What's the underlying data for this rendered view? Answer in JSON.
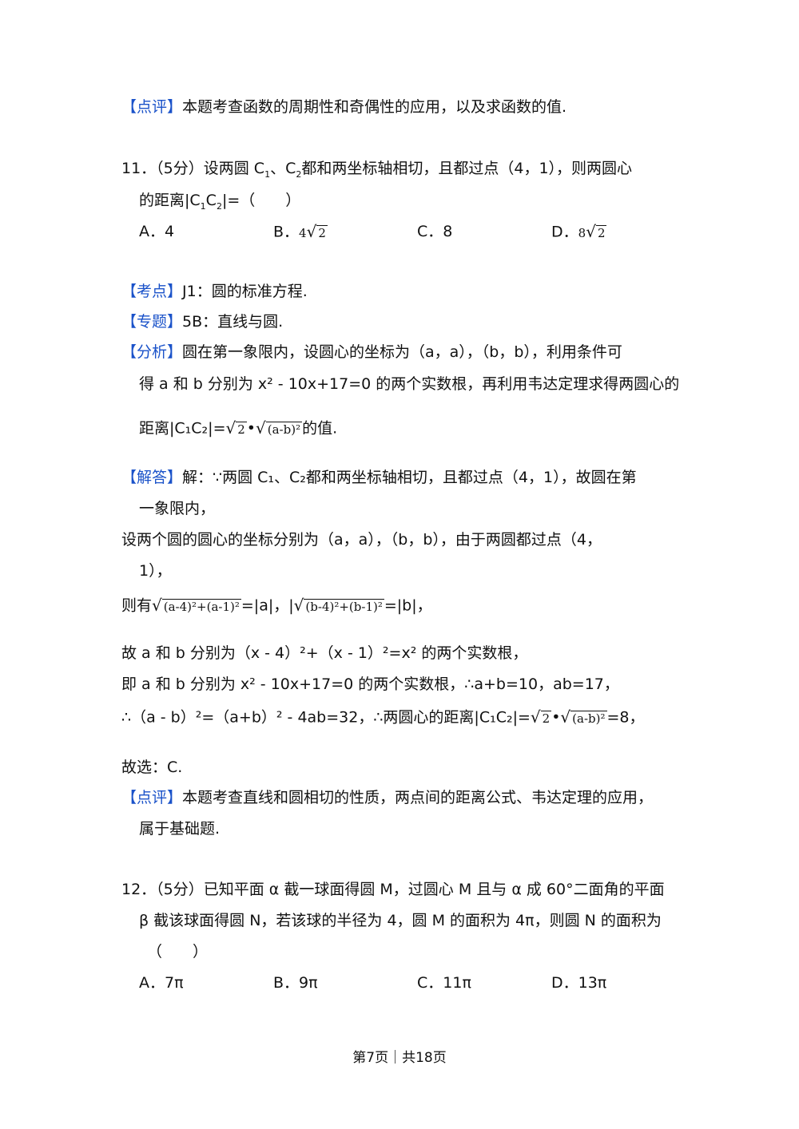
{
  "top_review": {
    "tag": "【点评】",
    "text": "本题考查函数的周期性和奇偶性的应用，以及求函数的值."
  },
  "q11": {
    "line1_pre": "11．（5分）设两圆 C",
    "line1_mid": "、C",
    "line1_post": "都和两坐标轴相切，且都过点（4，1），则两圆心",
    "line2_pre": "的距离|C",
    "line2_mid": "C",
    "line2_post": "|=（　　）",
    "sub1": "1",
    "sub2": "2",
    "options": [
      {
        "label": "A．4"
      },
      {
        "label": "B．",
        "radical": "4",
        "radicand": "2"
      },
      {
        "label": "C．8"
      },
      {
        "label": "D．",
        "radical": "8",
        "radicand": "2"
      }
    ]
  },
  "kaodian": {
    "tag": "【考点】",
    "text": "J1：圆的标准方程."
  },
  "zhuanti": {
    "tag": "【专题】",
    "text": "5B：直线与圆."
  },
  "fenxi": {
    "tag": "【分析】",
    "line1": "圆在第一象限内，设圆心的坐标为（a，a），（b，b），利用条件可",
    "line2": "得 a 和 b 分别为 x² - 10x+17=0 的两个实数根，再利用韦达定理求得两圆心的",
    "line3_pre": "距离|C₁C₂|=",
    "root2": "2",
    "dot": "•",
    "rootab": "(a-b)²",
    "line3_post": "的值."
  },
  "jieda": {
    "tag": "【解答】",
    "line1": "解：∵两圆 C₁、C₂都和两坐标轴相切，且都过点（4，1），故圆在第",
    "line2": "一象限内，",
    "line3": "设两个圆的圆心的坐标分别为（a，a），（b，b），由于两圆都过点（4，",
    "line4": "1），",
    "line5_pre": "则有",
    "root_a": "(a-4)²+(a-1)²",
    "line5_mid": "=|a|，|",
    "root_b": "(b-4)²+(b-1)²",
    "line5_post": "=|b|，",
    "line6": "故 a 和 b 分别为（x - 4）²+（x - 1）²=x² 的两个实数根，",
    "line7": "即 a 和 b 分别为 x² - 10x+17=0 的两个实数根，∴a+b=10，ab=17，",
    "line8_pre": "∴（a - b）²=（a+b）² - 4ab=32，∴两圆心的距离|C₁C₂|=",
    "line8_post": "=8，",
    "line9": "故选：C."
  },
  "dianping2": {
    "tag": "【点评】",
    "line1": "本题考查直线和圆相切的性质，两点间的距离公式、韦达定理的应用，",
    "line2": "属于基础题."
  },
  "q12": {
    "line1": "12．（5分）已知平面 α 截一球面得圆 M，过圆心 M 且与 α 成 60°二面角的平面",
    "line2": "β 截该球面得圆 N，若该球的半径为 4，圆 M 的面积为 4π，则圆 N 的面积为",
    "line3": "（　　）",
    "options": [
      "A．7π",
      "B．9π",
      "C．11π",
      "D．13π"
    ]
  },
  "footer": "第7页｜共18页"
}
